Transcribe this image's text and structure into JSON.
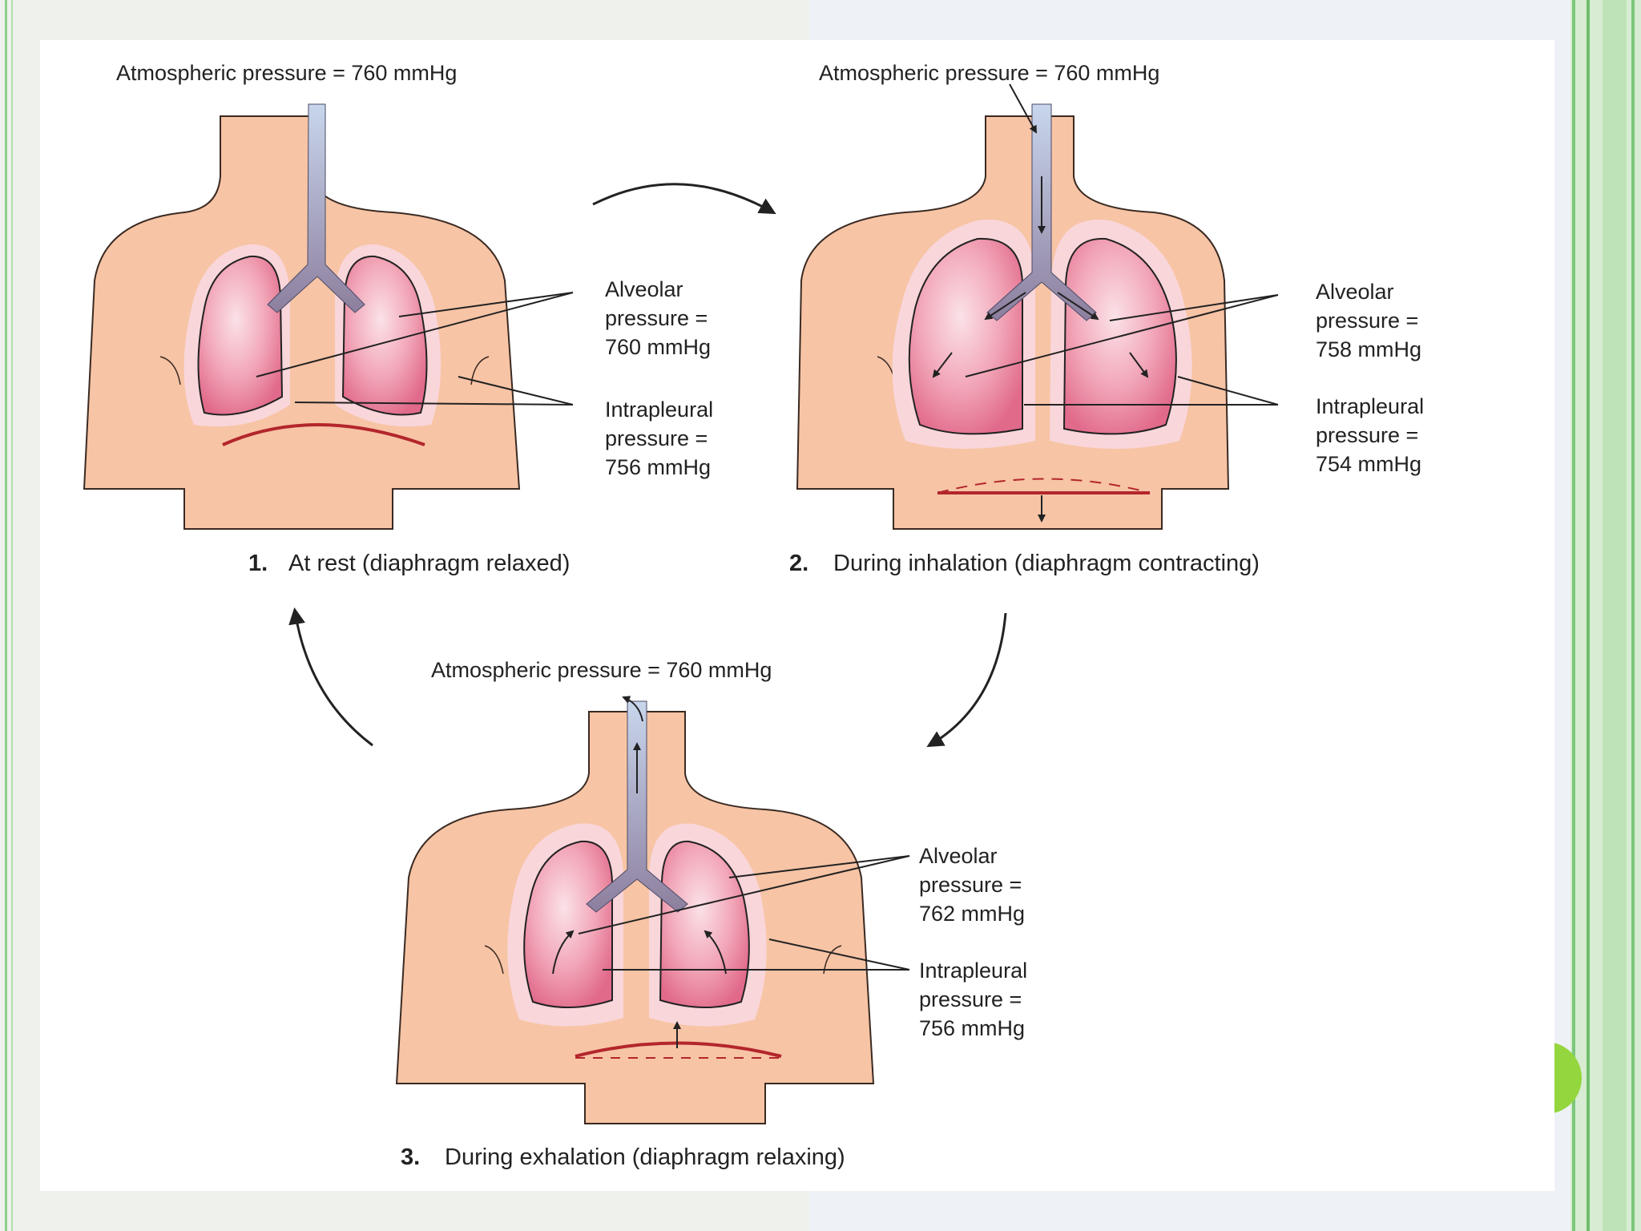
{
  "panels": [
    {
      "atmospheric": "Atmospheric pressure = 760 mmHg",
      "alveolar": [
        "Alveolar",
        "pressure =",
        "760 mmHg"
      ],
      "intrapleural": [
        "Intrapleural",
        "pressure =",
        "756 mmHg"
      ],
      "caption_number": "1.",
      "caption": "At rest (diaphragm relaxed)"
    },
    {
      "atmospheric": "Atmospheric pressure = 760 mmHg",
      "alveolar": [
        "Alveolar",
        "pressure =",
        "758 mmHg"
      ],
      "intrapleural": [
        "Intrapleural",
        "pressure =",
        "754 mmHg"
      ],
      "caption_number": "2.",
      "caption": "During inhalation (diaphragm contracting)"
    },
    {
      "atmospheric": "Atmospheric pressure = 760 mmHg",
      "alveolar": [
        "Alveolar",
        "pressure =",
        "762 mmHg"
      ],
      "intrapleural": [
        "Intrapleural",
        "pressure =",
        "756 mmHg"
      ],
      "caption_number": "3.",
      "caption": "During exhalation (diaphragm relaxing)"
    }
  ],
  "colors": {
    "skin": "#f7c4a5",
    "lung": "#ef8ea6",
    "pleura": "#f9d6da",
    "trachea": "#9aa3c4",
    "diaphragm": "#b3262c",
    "accent": "#93d63d"
  }
}
